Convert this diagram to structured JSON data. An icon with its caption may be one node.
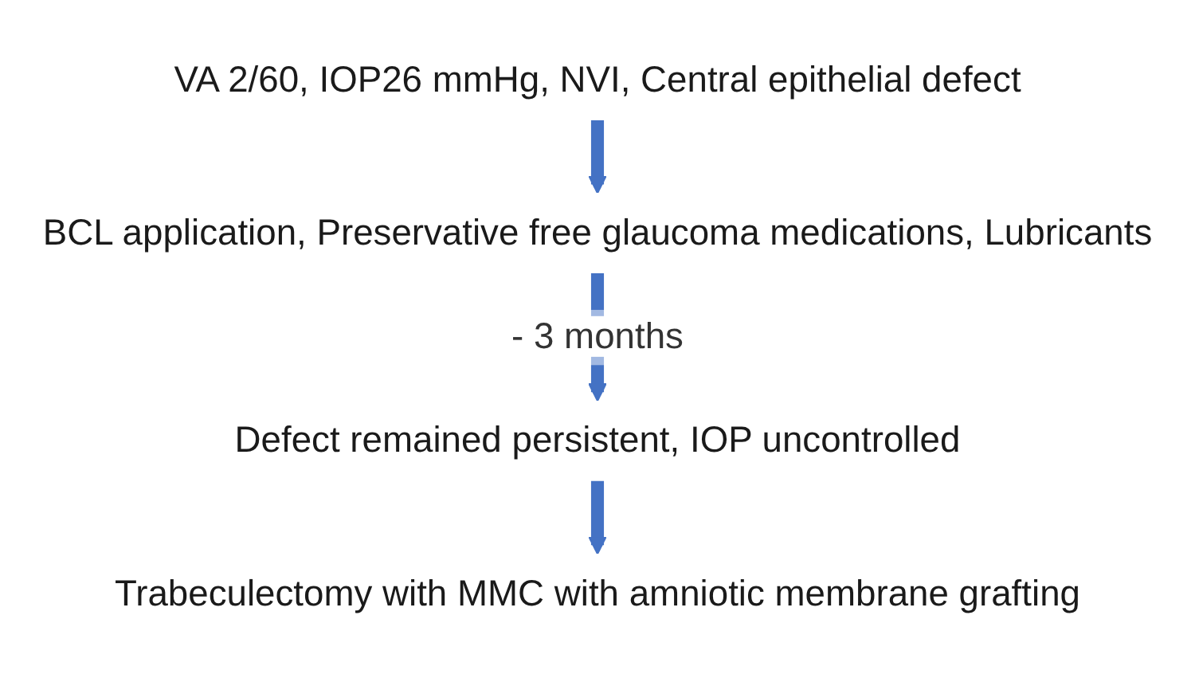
{
  "diagram": {
    "nodes": [
      {
        "text": [
          "VA 2/60, IOP26 mmHg, NVI, Central epithelial defect"
        ]
      },
      {
        "text": [
          "BCL application, Preservative free glaucoma medications, Lubricants"
        ]
      },
      {
        "text": [
          "Defect remained persistent, IOP uncontrolled"
        ]
      },
      {
        "text": [
          "Trabeculectomy with MMC with amniotic membrane grafting"
        ]
      }
    ],
    "edges": [
      {
        "from": 0,
        "to": 1,
        "arrow": "to"
      },
      {
        "from": 1,
        "to": 2,
        "arrow": "to",
        "label": "- 3 months"
      },
      {
        "from": 2,
        "to": 3,
        "arrow": "to"
      }
    ]
  }
}
